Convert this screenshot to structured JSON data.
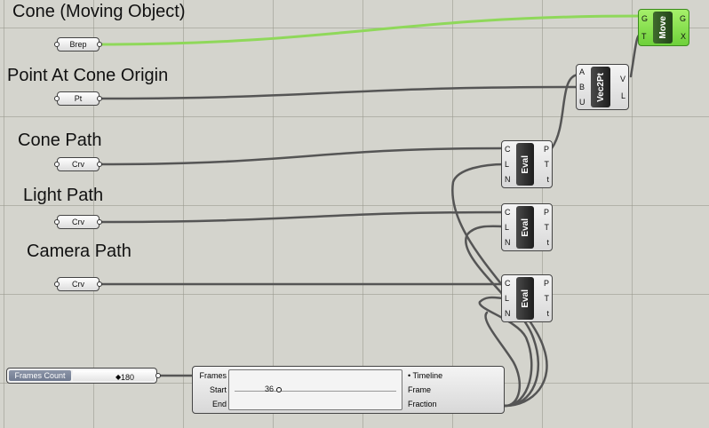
{
  "labels": {
    "cone": "Cone (Moving Object)",
    "point": "Point At Cone Origin",
    "cone_path": "Cone Path",
    "light_path": "Light Path",
    "camera_path": "Camera Path"
  },
  "params": {
    "brep": "Brep",
    "pt": "Pt",
    "crv1": "Crv",
    "crv2": "Crv",
    "crv3": "Crv"
  },
  "move": {
    "title": "Move",
    "inputs": [
      "G",
      "T"
    ],
    "outputs": [
      "G",
      "X"
    ]
  },
  "vec2pt": {
    "title": "Vec2Pt",
    "inputs": [
      "A",
      "B",
      "U"
    ],
    "outputs": [
      "V",
      "L"
    ]
  },
  "eval1": {
    "title": "Eval",
    "inputs": [
      "C",
      "L",
      "N"
    ],
    "outputs": [
      "P",
      "T",
      "t"
    ]
  },
  "eval2": {
    "title": "Eval",
    "inputs": [
      "C",
      "L",
      "N"
    ],
    "outputs": [
      "P",
      "T",
      "t"
    ]
  },
  "eval3": {
    "title": "Eval",
    "inputs": [
      "C",
      "L",
      "N"
    ],
    "outputs": [
      "P",
      "T",
      "t"
    ]
  },
  "frames_slider": {
    "name": "Frames Count",
    "value": "180",
    "knob": "◆"
  },
  "animator": {
    "inputs": [
      "Frames",
      "Start",
      "End"
    ],
    "outputs": [
      "• Timeline",
      "Frame",
      "Fraction"
    ],
    "value": "36"
  },
  "colors": {
    "canvas": "#d4d4cd",
    "wire": "#555555",
    "selected_wire": "#8fd85a",
    "move_fill": "#8ee04f"
  }
}
